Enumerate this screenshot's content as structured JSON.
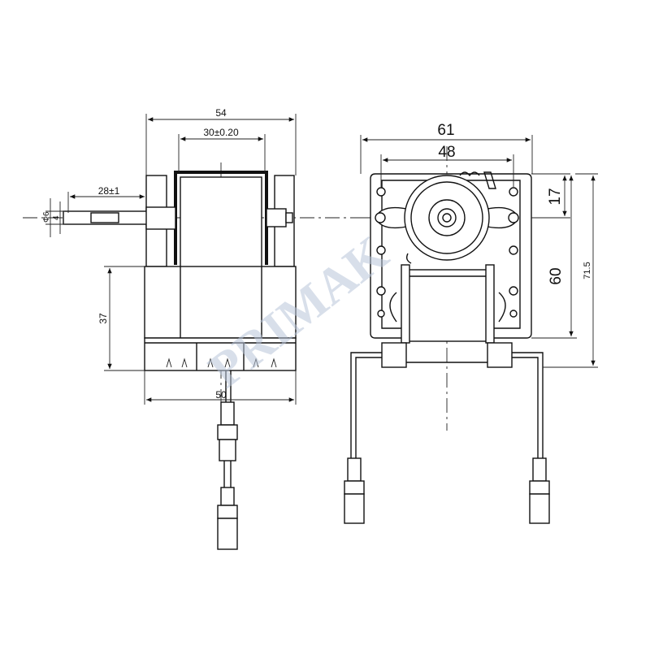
{
  "watermark": "PRIMAK",
  "side_view": {
    "dims": {
      "overall_width": "54",
      "coil_width": "30±0.20",
      "shaft_length": "28±1",
      "shaft_diameter": "Φ6",
      "shaft_flat": "4",
      "lower_height": "37",
      "base_width": "50"
    }
  },
  "front_view": {
    "dims": {
      "frame_width": "61",
      "hole_spacing": "48",
      "top_offset": "17",
      "mount_height": "60",
      "total_height": "71.5"
    }
  }
}
